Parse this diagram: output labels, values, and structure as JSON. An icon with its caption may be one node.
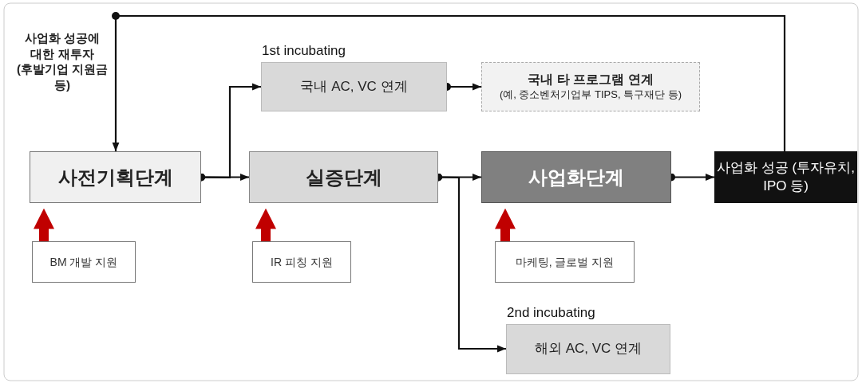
{
  "diagram": {
    "nodes": [
      {
        "text": [
          "사전기획단계"
        ]
      },
      {
        "text": [
          "실증단계"
        ]
      },
      {
        "text": [
          "1st incubating",
          "국내 AC, VC 연계"
        ]
      },
      {
        "text": [
          "국내 타 프로그램 연계",
          "(예, 중소벤처기업부 TIPS, 특구재단 등)"
        ]
      },
      {
        "text": [
          "사업화단계"
        ]
      },
      {
        "text": [
          "사업화 성공 (투자유치, IPO 등)"
        ]
      },
      {
        "text": [
          "BM 개발 지원"
        ]
      },
      {
        "text": [
          "IR 피칭 지원"
        ]
      },
      {
        "text": [
          "마케팅, 글로벌 지원"
        ]
      },
      {
        "text": [
          "2nd incubating",
          "해외 AC, VC 연계"
        ]
      }
    ],
    "edges": [
      {
        "from": 0,
        "to": 1,
        "arrow": "to"
      },
      {
        "from": 0,
        "to": 2,
        "arrow": "to"
      },
      {
        "from": 2,
        "to": 3,
        "arrow": "to"
      },
      {
        "from": 1,
        "to": 4,
        "arrow": "to"
      },
      {
        "from": 1,
        "to": 9,
        "arrow": "to"
      },
      {
        "from": 4,
        "to": 5,
        "arrow": "to"
      },
      {
        "from": 5,
        "to": 0,
        "arrow": "to",
        "label": "사업화 성공에 대한 재투자 (후발기업 지원금 등)"
      },
      {
        "from": 6,
        "to": 0,
        "arrow": "to",
        "style": "thick",
        "color": "#c00000"
      },
      {
        "from": 7,
        "to": 1,
        "arrow": "to",
        "style": "thick",
        "color": "#c00000"
      },
      {
        "from": 8,
        "to": 4,
        "arrow": "to",
        "style": "thick",
        "color": "#c00000"
      }
    ]
  }
}
